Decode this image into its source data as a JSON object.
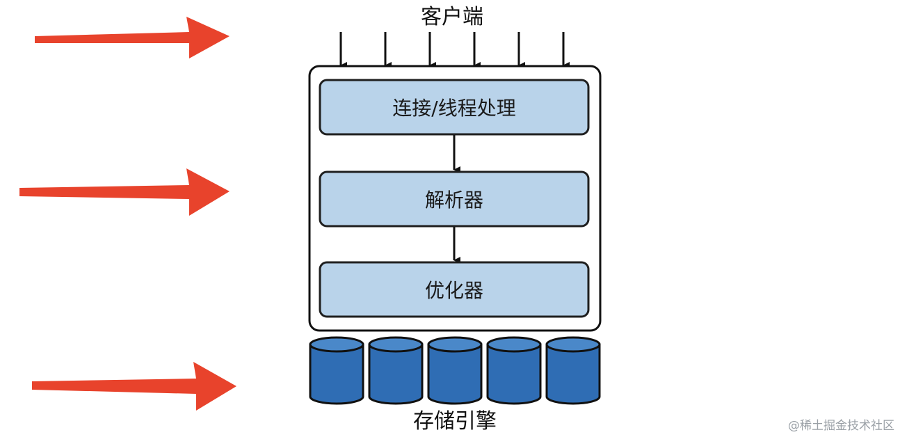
{
  "diagram": {
    "client_label": "客户端",
    "layers": [
      {
        "label": "连接/线程处理"
      },
      {
        "label": "解析器"
      },
      {
        "label": "优化器"
      }
    ],
    "storage_label": "存储引擎",
    "storage_cylinder_count": 5,
    "client_arrow_count": 6,
    "colors": {
      "layer_fill": "#b9d3ea",
      "layer_stroke": "#1f1f1f",
      "cylinder_body": "#2f6db4",
      "cylinder_top": "#4a88c9",
      "annotation_arrow": "#e8432c"
    }
  },
  "watermark": "@稀土掘金技术社区"
}
